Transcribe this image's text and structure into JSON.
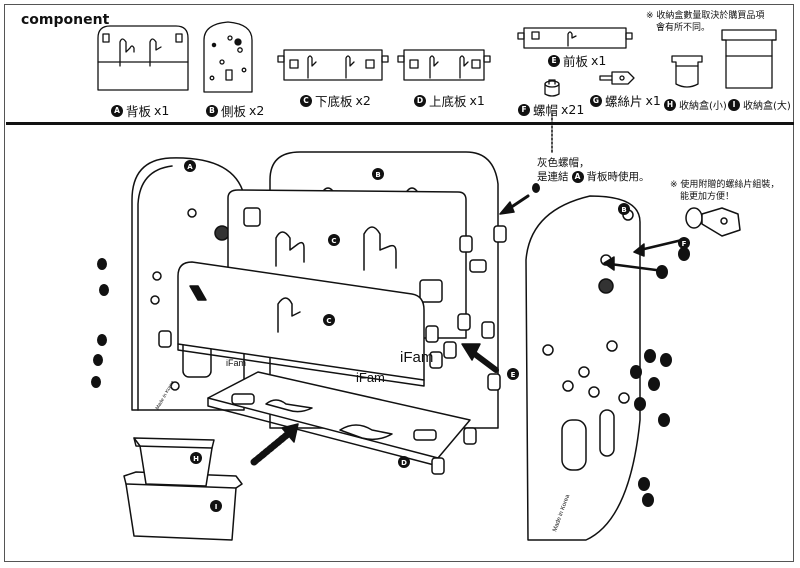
{
  "header": {
    "title": "component"
  },
  "components": [
    {
      "letter": "A",
      "label": "背板",
      "qty": "x1"
    },
    {
      "letter": "B",
      "label": "側板",
      "qty": "x2"
    },
    {
      "letter": "C",
      "label": "下底板",
      "qty": "x2"
    },
    {
      "letter": "D",
      "label": "上底板",
      "qty": "x1"
    },
    {
      "letter": "E",
      "label": "前板",
      "qty": "x1"
    },
    {
      "letter": "F",
      "label": "螺帽",
      "qty": "x21"
    },
    {
      "letter": "G",
      "label": "螺絲片",
      "qty": "x1"
    },
    {
      "letter": "H",
      "label": "收納盒(小)",
      "qty": ""
    },
    {
      "letter": "I",
      "label": "收納盒(大)",
      "qty": ""
    }
  ],
  "notes": {
    "storage_note_line1": "※ 收納盒數量取決於購買品項",
    "storage_note_line2": "會有所不同。",
    "gray_cap_line1": "灰色螺帽，",
    "gray_cap_line2": "是連結",
    "gray_cap_letter": "A",
    "gray_cap_line3": "背板時使用。",
    "screw_note_line1": "※ 使用附贈的螺絲片組裝，",
    "screw_note_line2": "能更加方便！"
  },
  "panel_text": {
    "brand": "iFam",
    "made_in": "Made in Korea"
  },
  "diagram_labels": [
    "A",
    "B",
    "C",
    "C",
    "D",
    "E",
    "F",
    "H",
    "I",
    "B"
  ]
}
